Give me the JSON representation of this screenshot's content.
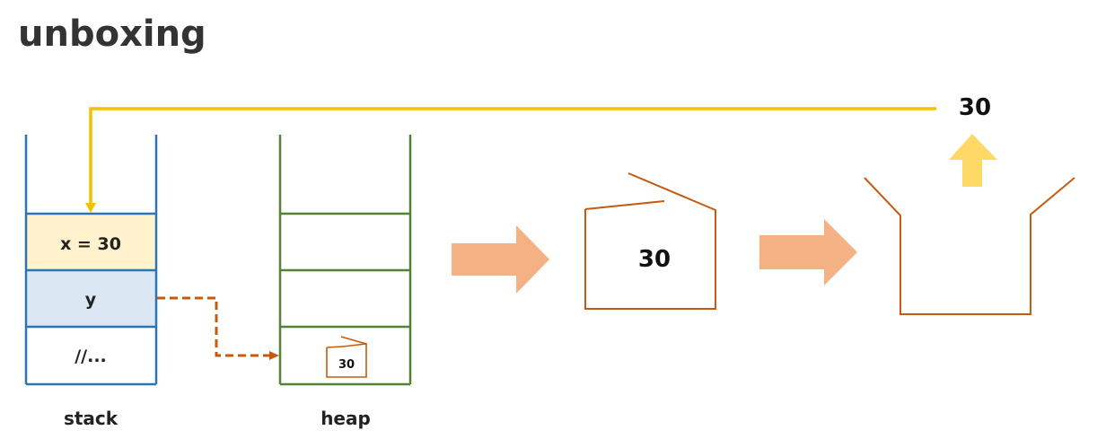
{
  "title": "unboxing",
  "stack": {
    "label": "stack",
    "cells": [
      "x = 30",
      "y",
      "//..."
    ],
    "cell_colors": [
      "#fff2cc",
      "#dce7f4",
      "#ffffff"
    ],
    "border_color": "#2e75b6"
  },
  "heap": {
    "label": "heap",
    "boxed_value": "30",
    "border_color": "#548235"
  },
  "box": {
    "value": "30",
    "color": "#c55a11"
  },
  "unboxed_value": "30",
  "colors": {
    "return_line": "#f5c000",
    "up_arrow": "#ffd966",
    "flow_arrow": "#f4b183",
    "reference_line": "#c55a11"
  }
}
